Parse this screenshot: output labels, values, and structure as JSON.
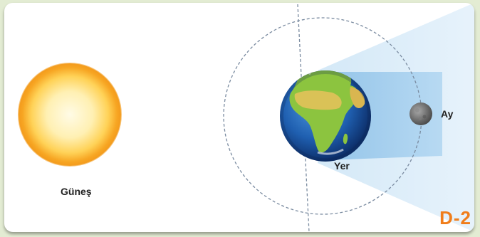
{
  "figure": {
    "code": "D-2",
    "labels": {
      "sun": "Güneş",
      "earth": "Yer",
      "moon": "Ay"
    }
  },
  "colors": {
    "background": "#e3ecd3",
    "card": "#ffffff",
    "sun_core": "#fff8d6",
    "sun_mid": "#ffcf4a",
    "sun_edge": "#f39a1c",
    "ocean": "#1f5fb0",
    "land": "#8cc43f",
    "desert": "#e2c25a",
    "shadow": "#aed4ef",
    "moon": "#6e6e6e",
    "orbit": "#7a8ba0",
    "code": "#f07d1a"
  },
  "icons": [
    "sun-icon",
    "earth-icon",
    "moon-icon"
  ]
}
